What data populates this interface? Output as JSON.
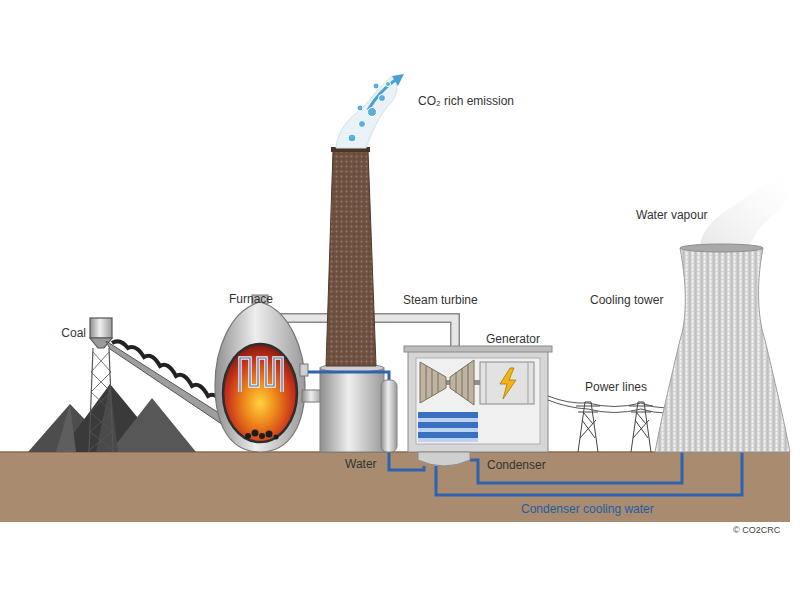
{
  "diagram": {
    "labels": [
      "CO₂ rich emission",
      "Water vapour",
      "Furnace",
      "Steam turbine",
      "Cooling tower",
      "Coal",
      "Generator",
      "Power lines",
      "Water",
      "Condenser",
      "Condenser cooling water",
      "© CO2CRC"
    ]
  }
}
